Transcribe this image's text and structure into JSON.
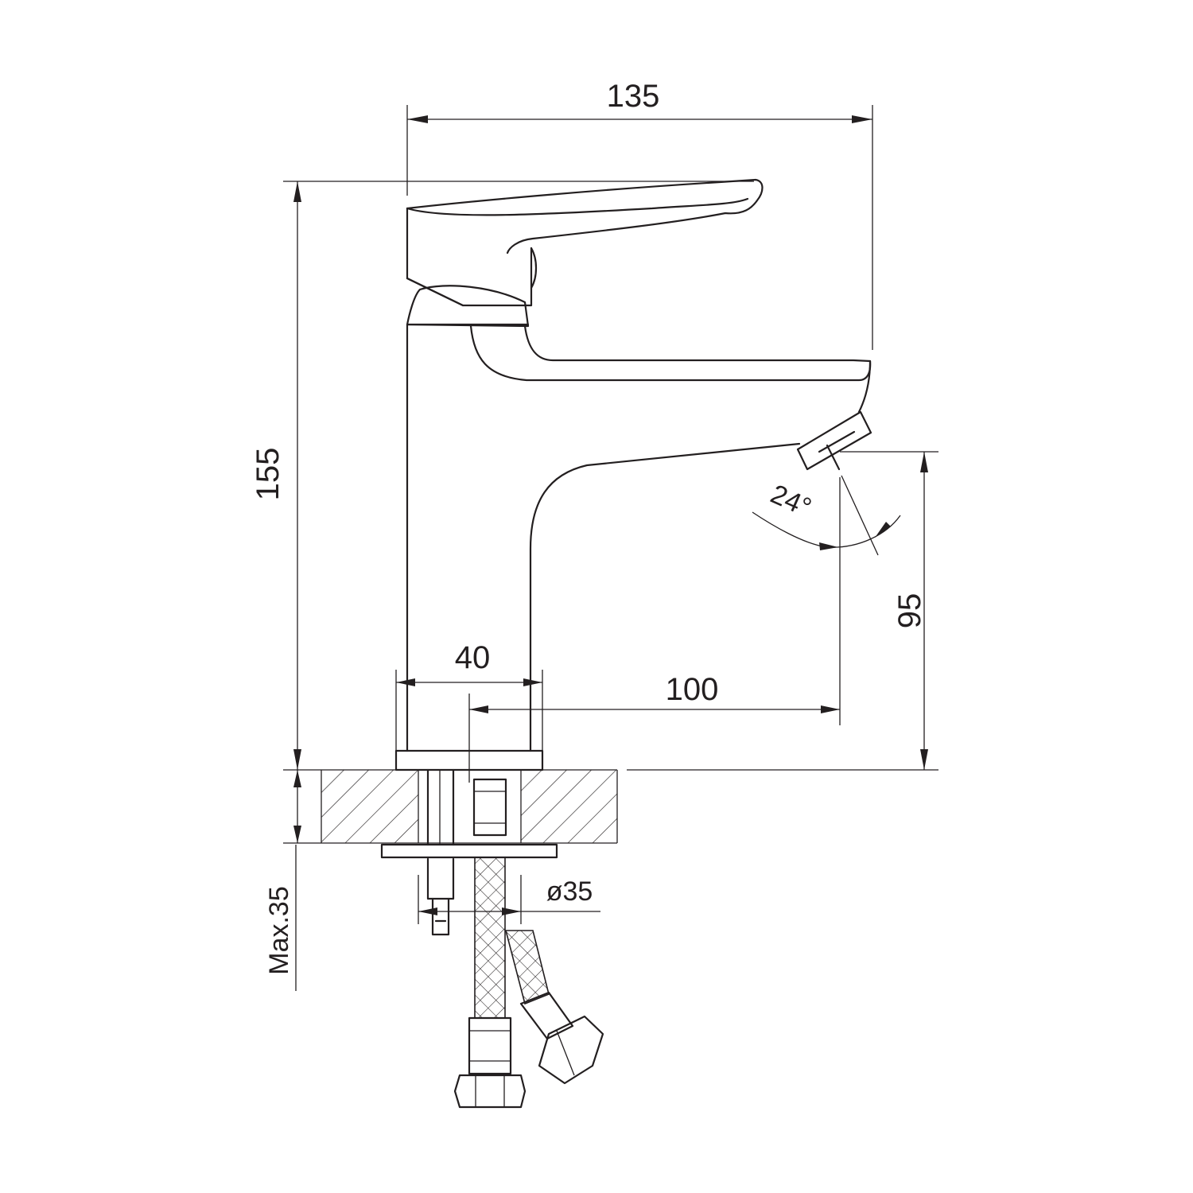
{
  "drawing": {
    "line_color": "#231f20",
    "background": "#ffffff"
  },
  "dimensions": {
    "overall_width": "135",
    "overall_height": "155",
    "spout_height": "95",
    "base_diameter": "40",
    "spout_reach": "100",
    "aerator_angle": "24°",
    "shank_diameter": "ø35",
    "max_deck_thickness": "Max.35"
  }
}
